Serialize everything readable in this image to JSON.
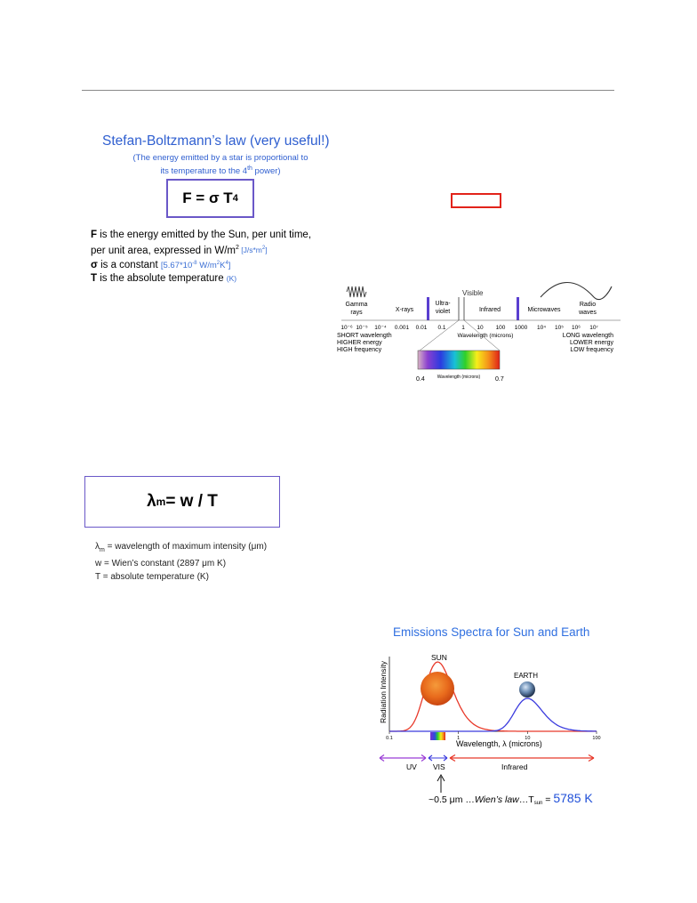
{
  "stefan": {
    "title": "Stefan-Boltzmann’s law (very useful!)",
    "subtitle_line1": "(The energy emitted by a star is proportional to",
    "subtitle_line2_a": "its temperature to the 4",
    "subtitle_line2_sup": "th",
    "subtitle_line2_b": " power)",
    "formula_main": "F = σ T",
    "formula_exp": "4",
    "desc": {
      "l1_bold": "F",
      "l1_rest": " is the energy emitted by the Sun, per unit time,",
      "l2_a": "per unit area, expressed in W/m",
      "l2_sup": "2",
      "l2_unit": " [J/s*m",
      "l2_unit_sup": "2",
      "l2_unit_end": "]",
      "l3_bold": "σ",
      "l3_rest": " is a constant ",
      "l3_const_a": "[5.67*10",
      "l3_const_sup": "-8",
      "l3_const_b": " W/m",
      "l3_const_sup2": "2",
      "l3_const_c": "K",
      "l3_const_sup3": "4",
      "l3_const_d": "]",
      "l4_bold": "T",
      "l4_rest": " is the absolute temperature ",
      "l4_unit": "(K)"
    }
  },
  "spectrum": {
    "visible_label": "Visible",
    "bands": [
      "Gamma rays",
      "X-rays",
      "Ultra-violet",
      "Infrared",
      "Microwaves",
      "Radio waves"
    ],
    "ticks": [
      "10⁻⁶",
      "10⁻⁵",
      "10⁻⁴",
      "0.001",
      "0.01",
      "0.1",
      "1",
      "10",
      "100",
      "1000",
      "10⁴",
      "10⁵",
      "10⁶",
      "10⁷"
    ],
    "axis_label": "Wavelength (microns)",
    "left_lines": [
      "SHORT wavelength",
      "HIGHER energy",
      "HIGH frequency"
    ],
    "right_lines": [
      "LONG wavelength",
      "LOWER energy",
      "LOW frequency"
    ],
    "inset_min": "0.4",
    "inset_max": "0.7",
    "inset_label": "Wavelength (microns)",
    "colors": {
      "band_marker": "#5a3fd0"
    }
  },
  "wien": {
    "formula_lambda": "λ",
    "formula_sub": "m",
    "formula_rest": " = w / T",
    "desc": {
      "l1_sym": "λ",
      "l1_sub": "m",
      "l1_rest": " = wavelength of maximum intensity (μm)",
      "l2": "w = Wien’s constant (2897 μm K)",
      "l3": "T = absolute temperature (K)"
    }
  },
  "emission": {
    "title": "Emissions Spectra for Sun and Earth",
    "y_label": "Radiation Intensity",
    "x_label": "Wavelength, λ (microns)",
    "ticks": [
      "0.1",
      "1",
      "10",
      "100"
    ],
    "sun_label": "SUN",
    "earth_label": "EARTH",
    "uv_label": "UV",
    "vis_label": "VIS",
    "ir_label": "Infrared",
    "note_a": "~0.5 μm …",
    "note_italic": "Wien’s law",
    "note_b": "…T",
    "note_sub": "sun",
    "note_c": " = ",
    "note_value": "5785 K",
    "colors": {
      "sun": "#e8392a",
      "earth": "#3b3bde",
      "uv": "#9b3fd6",
      "ir": "#e8392a",
      "value": "#1f4fd8"
    }
  }
}
